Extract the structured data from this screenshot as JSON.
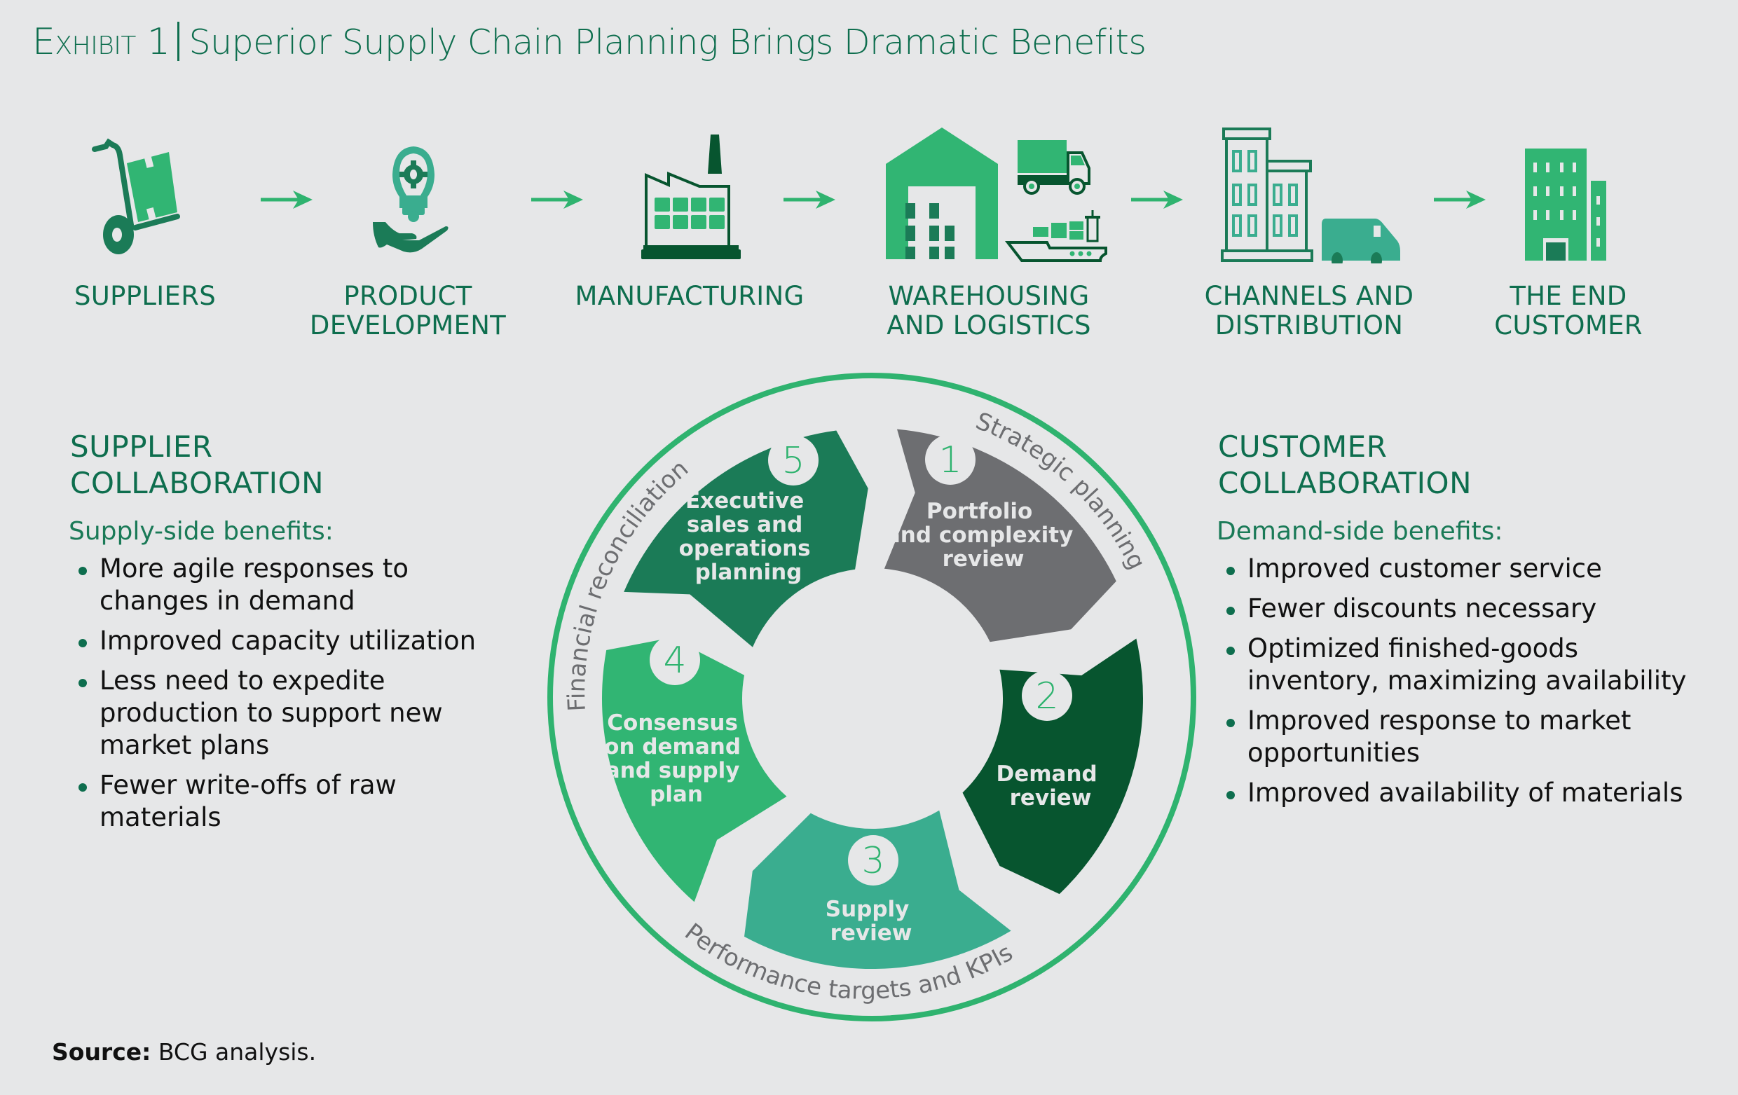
{
  "title": {
    "exhibit": "Exhibit 1",
    "text": "Superior Supply Chain Planning Brings Dramatic Benefits"
  },
  "colors": {
    "background": "#e6e7e8",
    "title_green": "#0e6e4e",
    "accent_green": "#2fb36f",
    "arc_label_gray": "#6d6e71"
  },
  "stages": [
    {
      "icon": "hand-truck-icon",
      "label_lines": [
        "SUPPLIERS"
      ]
    },
    {
      "icon": "lightbulb-gear-hand-icon",
      "label_lines": [
        "PRODUCT",
        "DEVELOPMENT"
      ]
    },
    {
      "icon": "factory-icon",
      "label_lines": [
        "MANUFACTURING"
      ]
    },
    {
      "icon": "warehouse-truck-ship-icon",
      "label_lines": [
        "WAREHOUSING",
        "AND LOGISTICS"
      ]
    },
    {
      "icon": "buildings-van-icon",
      "label_lines": [
        "CHANNELS AND",
        "DISTRIBUTION"
      ]
    },
    {
      "icon": "office-building-icon",
      "label_lines": [
        "THE END",
        "CUSTOMER"
      ]
    }
  ],
  "supplier": {
    "heading_lines": [
      "SUPPLIER",
      "COLLABORATION"
    ],
    "subhead": "Supply-side benefits:",
    "benefits": [
      "More agile responses to changes in demand",
      "Improved capacity utilization",
      "Less need to expedite production to support new market plans",
      "Fewer write-offs of raw materials"
    ]
  },
  "customer": {
    "heading_lines": [
      "CUSTOMER",
      "COLLABORATION"
    ],
    "subhead": "Demand-side benefits:",
    "benefits": [
      "Improved customer service",
      "Fewer discounts necessary",
      "Optimized finished-goods inventory, maximizing availability",
      "Improved response to market opportunities",
      "Improved availability of materials"
    ]
  },
  "cycle": {
    "steps": [
      {
        "number": "1",
        "label_lines": [
          "Portfolio",
          "and complexity",
          "review"
        ],
        "color": "#6d6e71"
      },
      {
        "number": "2",
        "label_lines": [
          "Demand",
          "review"
        ],
        "color": "#07552f"
      },
      {
        "number": "3",
        "label_lines": [
          "Supply",
          "review"
        ],
        "color": "#3aad8f"
      },
      {
        "number": "4",
        "label_lines": [
          "Consensus",
          "on demand",
          "and supply",
          "plan"
        ],
        "color": "#31b573"
      },
      {
        "number": "5",
        "label_lines": [
          "Executive",
          "sales and",
          "operations",
          "planning"
        ],
        "color": "#1b7b57"
      }
    ],
    "ring_labels": {
      "top_right": "Strategic planning",
      "bottom": "Performance targets and KPIs",
      "left": "Financial reconciliation"
    }
  },
  "source": {
    "label": "Source:",
    "text": " BCG analysis."
  }
}
